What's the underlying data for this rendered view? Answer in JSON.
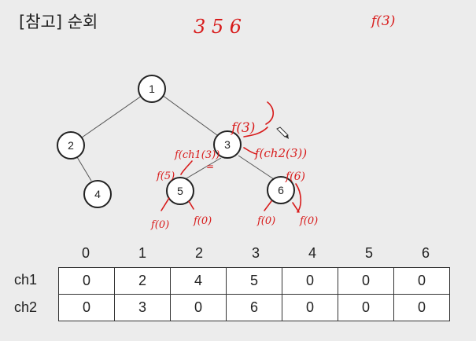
{
  "title": "[참고] 순회",
  "tree": {
    "nodes": [
      {
        "id": "1",
        "label": "1"
      },
      {
        "id": "2",
        "label": "2"
      },
      {
        "id": "3",
        "label": "3"
      },
      {
        "id": "4",
        "label": "4"
      },
      {
        "id": "5",
        "label": "5"
      },
      {
        "id": "6",
        "label": "6"
      }
    ],
    "edges": [
      [
        "1",
        "2"
      ],
      [
        "1",
        "3"
      ],
      [
        "2",
        "4"
      ],
      [
        "3",
        "5"
      ],
      [
        "3",
        "6"
      ]
    ]
  },
  "annotations": {
    "top_numbers": "3 5 6",
    "top_right": "f(3)",
    "f3_call": "f(3)",
    "f_ch1": "f(ch1(3))",
    "f_ch2": "f(ch2(3))",
    "f5": "f(5)",
    "f6": "f(6)",
    "f0_a": "f(0)",
    "f0_b": "f(0)",
    "f0_c": "f(0)",
    "f0_d": "f(0)"
  },
  "table": {
    "columns": [
      "0",
      "1",
      "2",
      "3",
      "4",
      "5",
      "6"
    ],
    "rows": [
      {
        "label": "ch1",
        "values": [
          "0",
          "2",
          "4",
          "5",
          "0",
          "0",
          "0"
        ]
      },
      {
        "label": "ch2",
        "values": [
          "0",
          "3",
          "0",
          "6",
          "0",
          "0",
          "0"
        ]
      }
    ]
  },
  "ink_color": "#d81b1b"
}
